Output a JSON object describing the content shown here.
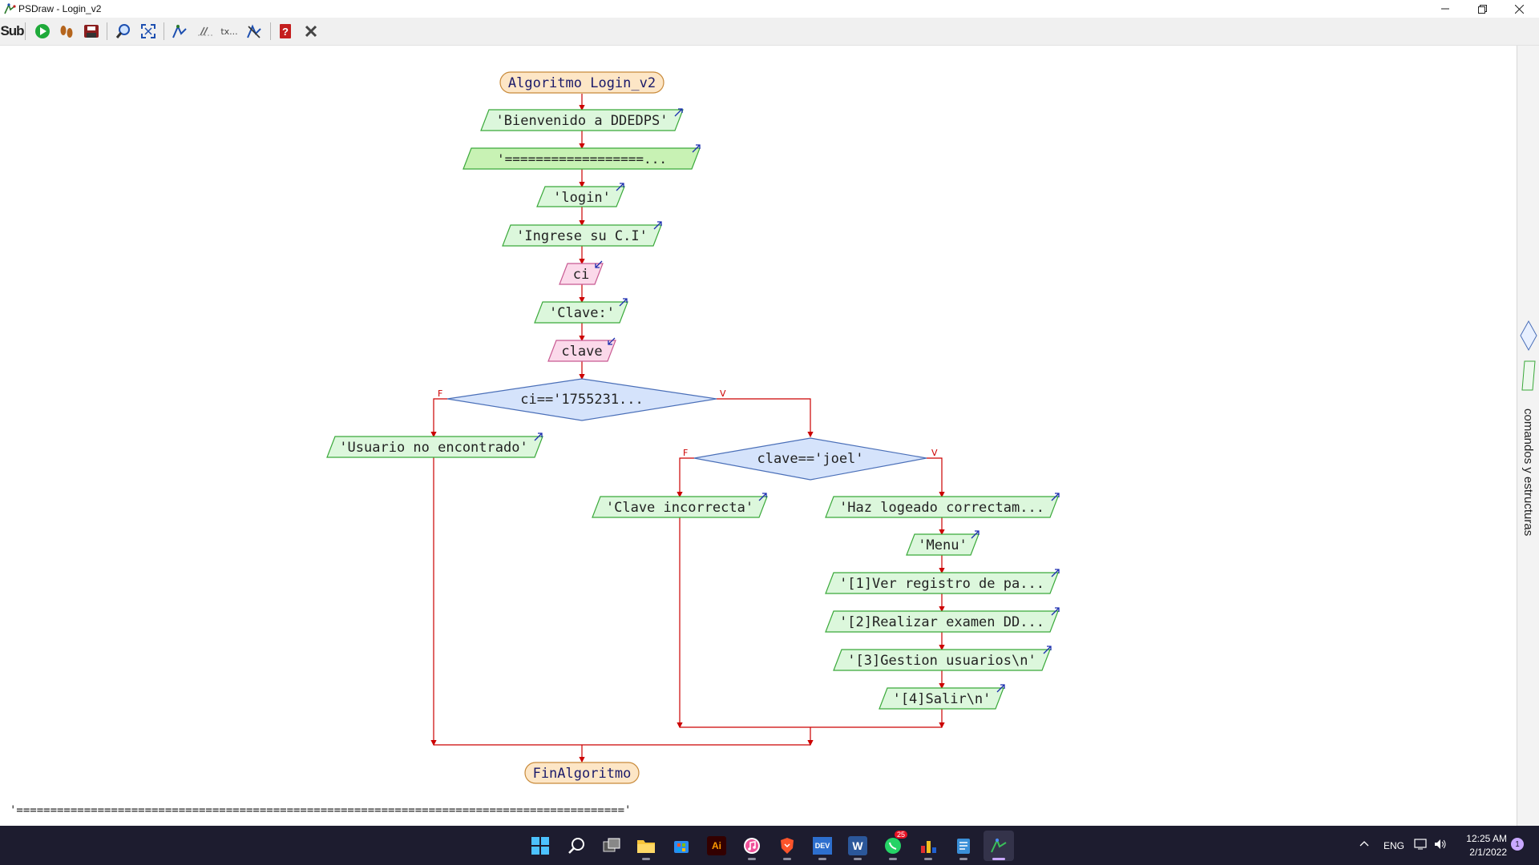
{
  "window": {
    "title": "PSDraw - Login_v2"
  },
  "toolbar": {
    "buttons": [
      {
        "name": "sub-button",
        "icon": "sub-icon"
      },
      {
        "name": "run-button",
        "icon": "play-icon"
      },
      {
        "name": "step-button",
        "icon": "footprints-icon"
      },
      {
        "name": "save-button",
        "icon": "save-icon"
      },
      {
        "name": "zoom-button",
        "icon": "magnifier-icon"
      },
      {
        "name": "fit-button",
        "icon": "fit-screen-icon"
      },
      {
        "name": "layout-button",
        "icon": "layout-icon"
      },
      {
        "name": "comments-button",
        "icon": "comments-icon"
      },
      {
        "name": "text-button",
        "icon": "text-icon"
      },
      {
        "name": "edit-button",
        "icon": "edit-flow-icon"
      },
      {
        "name": "help-button",
        "icon": "help-icon"
      },
      {
        "name": "close-button",
        "icon": "close-icon"
      }
    ],
    "sub_label": "Sub",
    "text_label": "tx..."
  },
  "flowchart": {
    "start": "Algoritmo Login_v2",
    "out_welcome": "'Bienvenido a DDEDPS'",
    "out_separator": "'==================...",
    "out_login": "'login'",
    "out_ci_prompt": "'Ingrese su C.I'",
    "in_ci": "ci",
    "out_clave_prompt": "'Clave:'",
    "in_clave": "clave",
    "decision_ci": "ci=='1755231...",
    "out_user_not_found": "'Usuario no encontrado'",
    "decision_clave": "clave=='joel'",
    "out_wrong_password": "'Clave incorrecta'",
    "out_logged_in": "'Haz logeado correctam...",
    "out_menu": "'Menu'",
    "out_option1": "'[1]Ver registro de pa...",
    "out_option2": "'[2]Realizar examen DD...",
    "out_option3": "'[3]Gestion usuarios\\n'",
    "out_option4": "'[4]Salir\\n'",
    "end": "FinAlgoritmo",
    "branch_false": "F",
    "branch_true": "V"
  },
  "status": {
    "separator_text": "'=========================================================================================='"
  },
  "side_panel": {
    "label": "comandos y estructuras"
  },
  "taskbar": {
    "apps": [
      "start-icon",
      "search-icon",
      "task-view-icon",
      "file-explorer-icon",
      "store-icon",
      "illustrator-icon",
      "itunes-icon",
      "brave-icon",
      "devc-icon",
      "word-icon",
      "whatsapp-icon",
      "chart-app-icon",
      "notepad-icon",
      "psdraw-icon"
    ],
    "illustrator_label": "Ai",
    "devc_label": "DEV",
    "word_label": "W",
    "whatsapp_badge": "25",
    "language": "ENG",
    "time": "12:25 AM",
    "date": "2/1/2022",
    "notification_count": "1"
  },
  "colors": {
    "output_fill": "#dcf7dc",
    "output_stroke": "#3aa93a",
    "input_fill": "#fbd9ea",
    "input_stroke": "#c85a92",
    "decision_fill": "#d5e3fb",
    "decision_stroke": "#4a6fb8",
    "terminal_fill": "#fde6c6",
    "terminal_stroke": "#c88a3a",
    "connector": "#cc0000",
    "taskbar_bg": "#1d1c2f"
  }
}
